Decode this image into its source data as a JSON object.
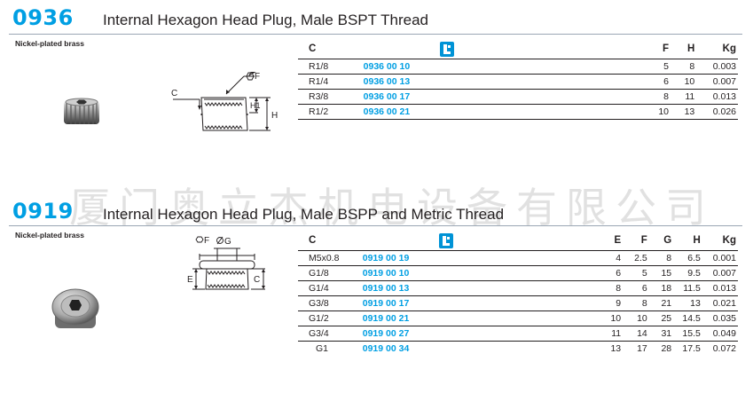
{
  "sections": [
    {
      "code": "0936",
      "title": "Internal Hexagon Head Plug, Male BSPT Thread",
      "material": "Nickel-plated brass",
      "drawing_labels": {
        "c": "C",
        "f": "F",
        "h": "H",
        "h1": "H1"
      },
      "columns": [
        "C",
        "",
        "F",
        "H",
        "Kg"
      ],
      "rows": [
        {
          "c": "R1/8",
          "ref": "0936 00 10",
          "f": "5",
          "h": "8",
          "kg": "0.003"
        },
        {
          "c": "R1/4",
          "ref": "0936 00 13",
          "f": "6",
          "h": "10",
          "kg": "0.007"
        },
        {
          "c": "R3/8",
          "ref": "0936 00 17",
          "f": "8",
          "h": "11",
          "kg": "0.013"
        },
        {
          "c": "R1/2",
          "ref": "0936 00 21",
          "f": "10",
          "h": "13",
          "kg": "0.026"
        }
      ]
    },
    {
      "code": "0919",
      "title": "Internal Hexagon Head Plug, Male BSPP and Metric Thread",
      "material": "Nickel-plated brass",
      "drawing_labels": {
        "f": "F",
        "g": "G",
        "e": "E",
        "c": "C"
      },
      "columns": [
        "C",
        "",
        "E",
        "F",
        "G",
        "H",
        "Kg"
      ],
      "rows": [
        {
          "c": "M5x0.8",
          "ref": "0919 00 19",
          "e": "4",
          "f": "2.5",
          "g": "8",
          "h": "6.5",
          "kg": "0.001"
        },
        {
          "c": "G1/8",
          "ref": "0919 00 10",
          "e": "6",
          "f": "5",
          "g": "15",
          "h": "9.5",
          "kg": "0.007"
        },
        {
          "c": "G1/4",
          "ref": "0919 00 13",
          "e": "8",
          "f": "6",
          "g": "18",
          "h": "11.5",
          "kg": "0.013"
        },
        {
          "c": "G3/8",
          "ref": "0919 00 17",
          "e": "9",
          "f": "8",
          "g": "21",
          "h": "13",
          "kg": "0.021"
        },
        {
          "c": "G1/2",
          "ref": "0919 00 21",
          "e": "10",
          "f": "10",
          "g": "25",
          "h": "14.5",
          "kg": "0.035"
        },
        {
          "c": "G3/4",
          "ref": "0919 00 27",
          "e": "11",
          "f": "14",
          "g": "31",
          "h": "15.5",
          "kg": "0.049"
        },
        {
          "c": "G1",
          "ref": "0919 00 34",
          "e": "13",
          "f": "17",
          "g": "28",
          "h": "17.5",
          "kg": "0.072"
        }
      ]
    }
  ],
  "watermark": "厦门奥立杰机电设备有限公司",
  "icons": {
    "reference_column": "catalog-reference-icon"
  },
  "colors": {
    "code": "#009fe3",
    "reference": "#009fe3",
    "icon": "#0093d6"
  }
}
